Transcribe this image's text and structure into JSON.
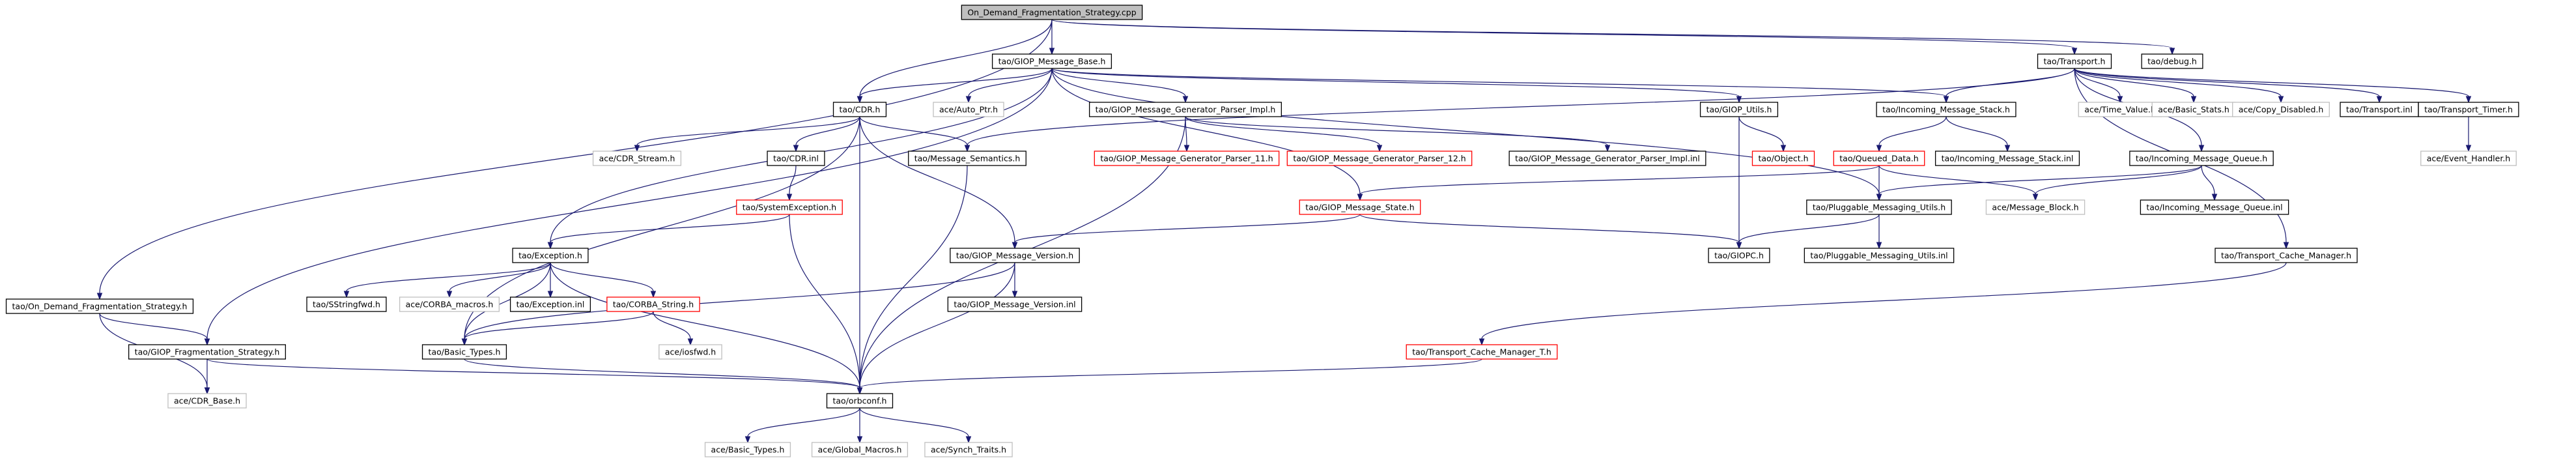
{
  "colors": {
    "edge": "#191970",
    "border_default": "#000000",
    "border_unresolved": "#ff0000",
    "root_fill": "#bfbfbf",
    "fill": "#ffffff"
  },
  "nodes": {
    "root": {
      "label": "On_Demand_Fragmentation_Strategy.cpp",
      "kind": "root"
    },
    "odfs_h": {
      "label": "tao/On_Demand_Fragmentation_Strategy.h",
      "kind": "normal"
    },
    "giop_frag": {
      "label": "tao/GIOP_Fragmentation_Strategy.h",
      "kind": "normal"
    },
    "cdr_base": {
      "label": "ace/CDR_Base.h",
      "kind": "leaf"
    },
    "giop_msg_base": {
      "label": "tao/GIOP_Message_Base.h",
      "kind": "normal"
    },
    "cdr_h": {
      "label": "tao/CDR.h",
      "kind": "normal"
    },
    "auto_ptr": {
      "label": "ace/Auto_Ptr.h",
      "kind": "leaf"
    },
    "parser_impl": {
      "label": "tao/GIOP_Message_Generator_Parser_Impl.h",
      "kind": "normal"
    },
    "giop_utils": {
      "label": "tao/GIOP_Utils.h",
      "kind": "normal"
    },
    "incoming_stack": {
      "label": "tao/Incoming_Message_Stack.h",
      "kind": "normal"
    },
    "transport_h": {
      "label": "tao/Transport.h",
      "kind": "normal"
    },
    "debug_h": {
      "label": "tao/debug.h",
      "kind": "normal"
    },
    "cdr_stream": {
      "label": "ace/CDR_Stream.h",
      "kind": "leaf"
    },
    "cdr_inl": {
      "label": "tao/CDR.inl",
      "kind": "normal"
    },
    "msg_semantics": {
      "label": "tao/Message_Semantics.h",
      "kind": "normal"
    },
    "parser_11": {
      "label": "tao/GIOP_Message_Generator_Parser_11.h",
      "kind": "unresolved"
    },
    "parser_12": {
      "label": "tao/GIOP_Message_Generator_Parser_12.h",
      "kind": "unresolved"
    },
    "parser_impl_inl": {
      "label": "tao/GIOP_Message_Generator_Parser_Impl.inl",
      "kind": "normal"
    },
    "object_h": {
      "label": "tao/Object.h",
      "kind": "unresolved"
    },
    "queued_data": {
      "label": "tao/Queued_Data.h",
      "kind": "unresolved"
    },
    "incoming_stack_inl": {
      "label": "tao/Incoming_Message_Stack.inl",
      "kind": "normal"
    },
    "time_value": {
      "label": "ace/Time_Value.h",
      "kind": "leaf"
    },
    "basic_stats": {
      "label": "ace/Basic_Stats.h",
      "kind": "leaf"
    },
    "copy_disabled": {
      "label": "ace/Copy_Disabled.h",
      "kind": "leaf"
    },
    "transport_inl": {
      "label": "tao/Transport.inl",
      "kind": "normal"
    },
    "transport_timer": {
      "label": "tao/Transport_Timer.h",
      "kind": "normal"
    },
    "event_handler": {
      "label": "ace/Event_Handler.h",
      "kind": "leaf"
    },
    "incoming_queue": {
      "label": "tao/Incoming_Message_Queue.h",
      "kind": "normal"
    },
    "system_exception": {
      "label": "tao/SystemException.h",
      "kind": "unresolved"
    },
    "giop_msg_state": {
      "label": "tao/GIOP_Message_State.h",
      "kind": "unresolved"
    },
    "pluggable_utils": {
      "label": "tao/Pluggable_Messaging_Utils.h",
      "kind": "normal"
    },
    "message_block": {
      "label": "ace/Message_Block.h",
      "kind": "leaf"
    },
    "incoming_queue_inl": {
      "label": "tao/Incoming_Message_Queue.inl",
      "kind": "normal"
    },
    "exception_h": {
      "label": "tao/Exception.h",
      "kind": "normal"
    },
    "giop_msg_version": {
      "label": "tao/GIOP_Message_Version.h",
      "kind": "normal"
    },
    "giopc": {
      "label": "tao/GIOPC.h",
      "kind": "normal"
    },
    "pluggable_utils_inl": {
      "label": "tao/Pluggable_Messaging_Utils.inl",
      "kind": "normal"
    },
    "transport_cache_mgr": {
      "label": "tao/Transport_Cache_Manager.h",
      "kind": "normal"
    },
    "sstringfwd": {
      "label": "tao/SStringfwd.h",
      "kind": "normal"
    },
    "corba_macros": {
      "label": "ace/CORBA_macros.h",
      "kind": "leaf"
    },
    "exception_inl": {
      "label": "tao/Exception.inl",
      "kind": "normal"
    },
    "corba_string": {
      "label": "tao/CORBA_String.h",
      "kind": "unresolved"
    },
    "giop_msg_version_inl": {
      "label": "tao/GIOP_Message_Version.inl",
      "kind": "normal"
    },
    "basic_types_tao": {
      "label": "tao/Basic_Types.h",
      "kind": "normal"
    },
    "iosfwd": {
      "label": "ace/iosfwd.h",
      "kind": "leaf"
    },
    "transport_cache_mgr_t": {
      "label": "tao/Transport_Cache_Manager_T.h",
      "kind": "unresolved"
    },
    "orbconf": {
      "label": "tao/orbconf.h",
      "kind": "normal"
    },
    "basic_types_ace": {
      "label": "ace/Basic_Types.h",
      "kind": "leaf"
    },
    "global_macros": {
      "label": "ace/Global_Macros.h",
      "kind": "leaf"
    },
    "synch_traits": {
      "label": "ace/Synch_Traits.h",
      "kind": "leaf"
    }
  }
}
